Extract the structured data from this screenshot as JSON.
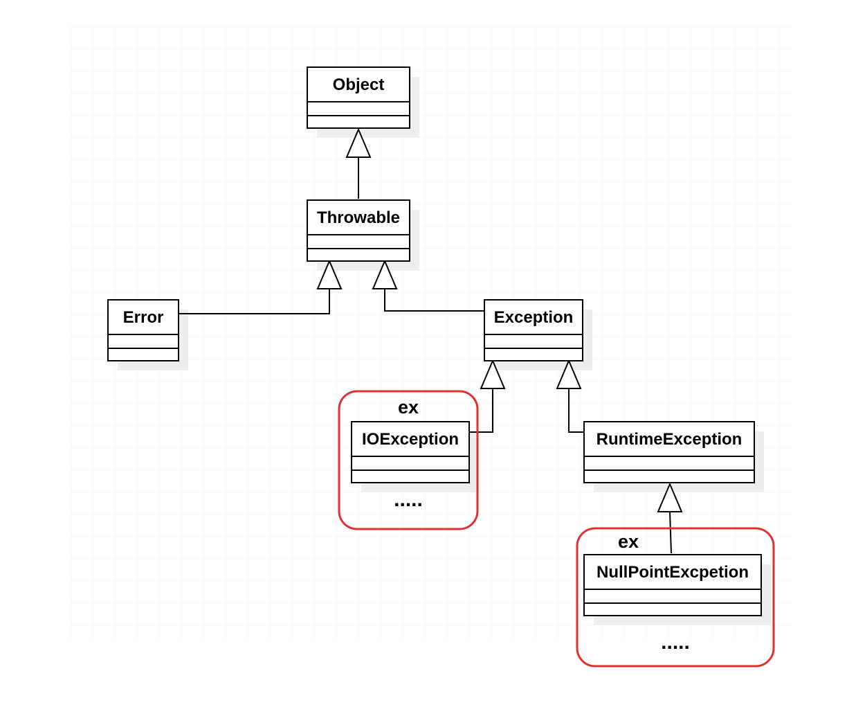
{
  "classes": {
    "object": "Object",
    "throwable": "Throwable",
    "error": "Error",
    "exception": "Exception",
    "ioexception": "IOException",
    "runtimeexception": "RuntimeException",
    "nullpointexcpetion": "NullPointExcpetion"
  },
  "groups": {
    "io": {
      "label": "ex",
      "more": "....."
    },
    "npe": {
      "label": "ex",
      "more": "....."
    }
  },
  "colors": {
    "highlight": "#e03030",
    "grid": "#eeeeee",
    "shadow": "#eeeeee",
    "line": "#000000"
  }
}
